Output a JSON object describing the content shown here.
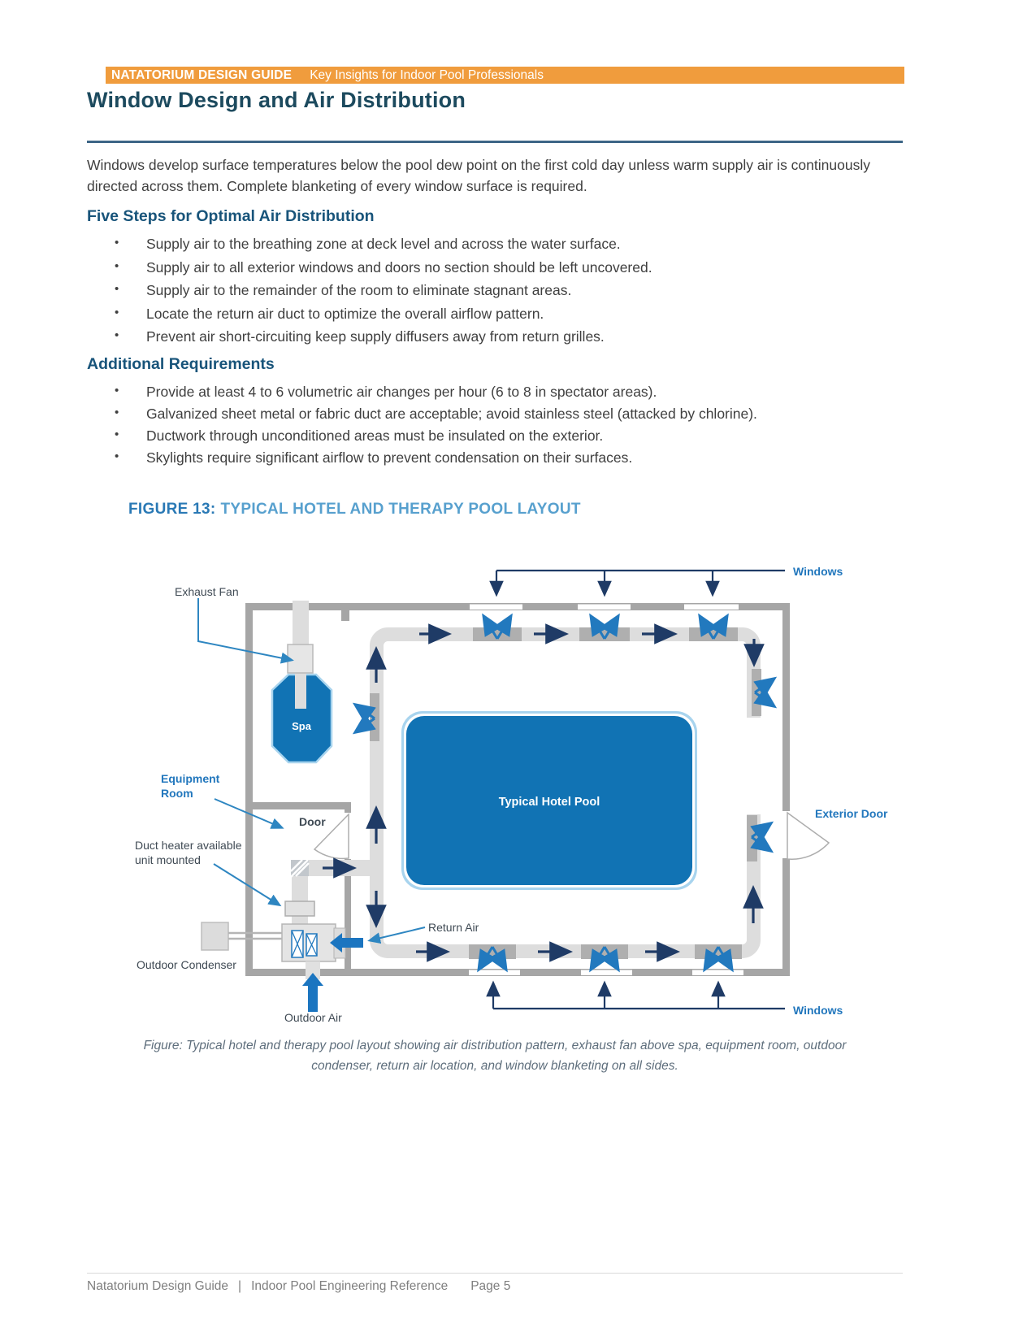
{
  "banner": {
    "title": "NATATORIUM DESIGN GUIDE",
    "subtitle": "Key Insights for Indoor Pool Professionals"
  },
  "page_title": "Window Design and Air Distribution",
  "intro": "Windows develop surface temperatures below the pool dew point on the first cold day unless warm supply air is continuously directed across them. Complete blanketing of every window surface is required.",
  "sections": [
    {
      "heading": "Five Steps for Optimal Air Distribution",
      "bullets": [
        "Supply air to the breathing zone at deck level and across the water surface.",
        "Supply air to all exterior windows and doors no section should be left uncovered.",
        "Supply air to the remainder of the room to eliminate stagnant areas.",
        "Locate the return air duct to optimize the overall airflow pattern.",
        "Prevent air short-circuiting keep supply diffusers away from return grilles."
      ]
    },
    {
      "heading": "Additional Requirements",
      "bullets": [
        "Provide at least 4 to 6 volumetric air changes per hour (6 to 8 in spectator areas).",
        "Galvanized sheet metal or fabric duct are acceptable; avoid stainless steel (attacked by chlorine).",
        "Ductwork through unconditioned areas must be insulated on the exterior.",
        "Skylights require significant airflow to prevent condensation on their surfaces."
      ]
    }
  ],
  "figure": {
    "label": "FIGURE 13:",
    "title": "TYPICAL HOTEL AND THERAPY POOL LAYOUT",
    "caption_line1": "Figure: Typical hotel and therapy pool layout showing air distribution pattern, exhaust fan above spa, equipment room, outdoor",
    "caption_line2": "condenser, return air location, and window blanketing on all sides.",
    "labels": {
      "windows_top": "Windows",
      "windows_bottom": "Windows",
      "exhaust_fan": "Exhaust Fan",
      "equipment_room_line1": "Equipment",
      "equipment_room_line2": "Room",
      "door": "Door",
      "duct_heater_line1": "Duct heater available",
      "duct_heater_line2": "unit mounted",
      "outdoor_condenser": "Outdoor Condenser",
      "return_air": "Return Air",
      "outdoor_air": "Outdoor Air",
      "exterior_door": "Exterior Door",
      "spa": "Spa",
      "pool": "Typical Hotel Pool"
    }
  },
  "footer": {
    "brand": "Natatorium Design Guide",
    "divider": "|",
    "reference": "Indoor Pool Engineering Reference",
    "page": "Page 5"
  },
  "colors": {
    "banner_orange": "#F09C3D",
    "title_navy": "#1C4A5E",
    "heading_blue": "#18547A",
    "body_text": "#3F3F3F",
    "rule_blue": "#3C6586",
    "figure_label_blue": "#2A79B5",
    "figure_title_blue": "#57A0CE",
    "diagram_label_blue": "#2277BD",
    "diagram_label_dark": "#3F4A54",
    "arrow_navy": "#1F3B66",
    "arrow_blue": "#2279BE",
    "thick_arrow_blue": "#1B75C0",
    "wall_gray": "#A6A6A6",
    "duct_gray": "#DDDDDD",
    "diffuser_gray": "#AFAFAF",
    "pool_blue": "#1173B4",
    "pool_edge_blue": "#A8D4EE",
    "caption_gray": "#5E6E7C",
    "footer_gray": "#7F7F7F"
  }
}
